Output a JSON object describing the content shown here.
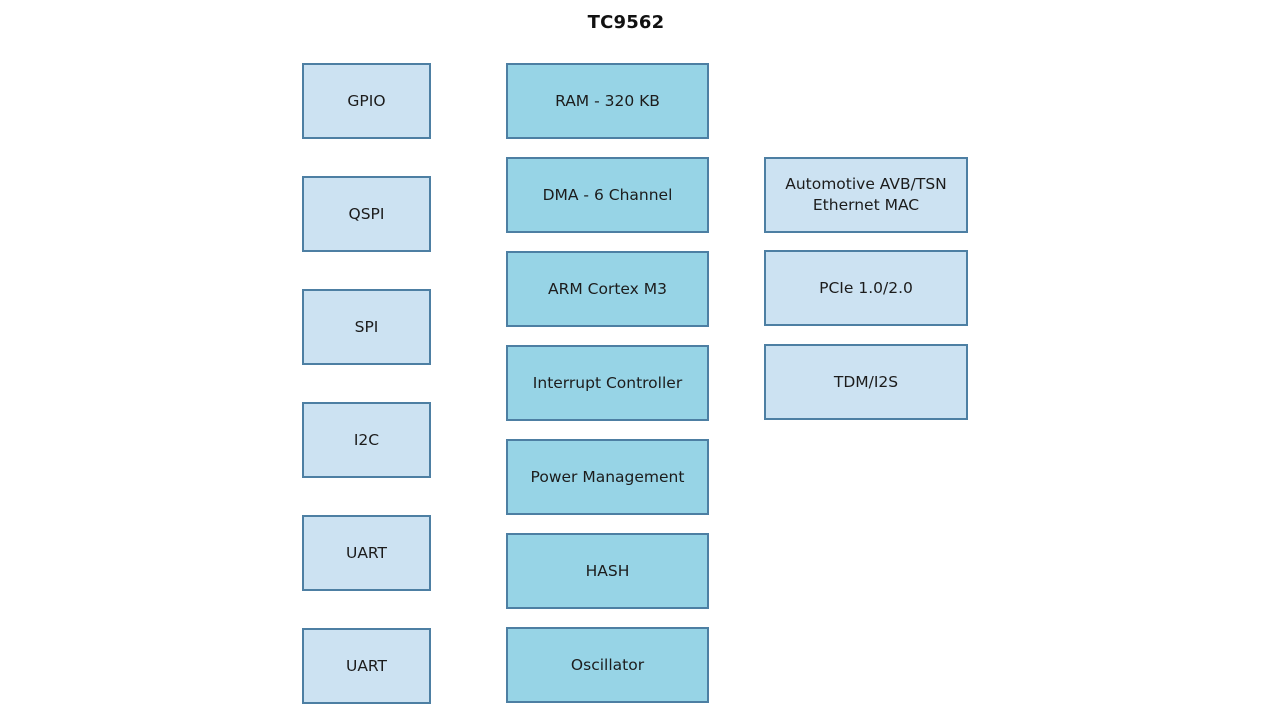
{
  "diagram": {
    "title": "TC9562",
    "colors": {
      "peripheral_fill": "#cce2f2",
      "core_fill": "#97d4e6",
      "border": "#4d7fa3"
    },
    "left_column": [
      {
        "label": "GPIO"
      },
      {
        "label": "QSPI"
      },
      {
        "label": "SPI"
      },
      {
        "label": "I2C"
      },
      {
        "label": "UART"
      },
      {
        "label": "UART"
      }
    ],
    "middle_column": [
      {
        "label": "RAM - 320 KB"
      },
      {
        "label": "DMA - 6 Channel"
      },
      {
        "label": "ARM Cortex M3"
      },
      {
        "label": "Interrupt Controller"
      },
      {
        "label": "Power Management"
      },
      {
        "label": "HASH"
      },
      {
        "label": "Oscillator"
      }
    ],
    "right_column": [
      {
        "label_line1": "Automotive AVB/TSN",
        "label_line2": "Ethernet MAC"
      },
      {
        "label": "PCIe 1.0/2.0"
      },
      {
        "label": "TDM/I2S"
      }
    ]
  }
}
